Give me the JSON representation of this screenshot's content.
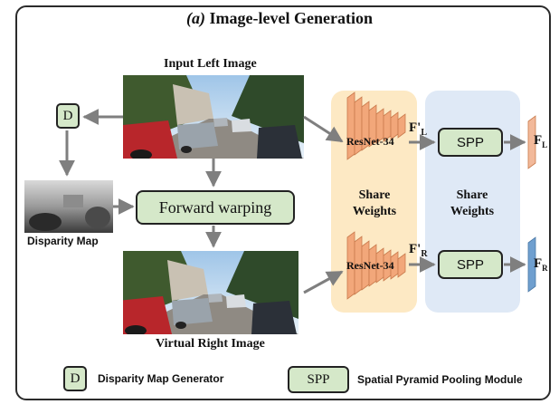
{
  "title": {
    "prefix": "(a)",
    "text": " Image-level Generation"
  },
  "images": {
    "left_label": "Input Left Image",
    "right_label": "Virtual Right Image",
    "disparity_label": "Disparity Map"
  },
  "nodes": {
    "d_box": "D",
    "forward_warping": "Forward warping",
    "resnet_top": "ResNet-34",
    "resnet_bottom": "ResNet-34",
    "feat_left": "F'",
    "feat_left_sub": "L",
    "feat_right": "F'",
    "feat_right_sub": "R",
    "spp_top": "SPP",
    "spp_bottom": "SPP",
    "out_left": "F",
    "out_left_sub": "L",
    "out_right": "F",
    "out_right_sub": "R",
    "share_weights_1": "Share\nWeights",
    "share_weights_2": "Share\nWeights"
  },
  "legend": {
    "d_symbol": "D",
    "d_text": "Disparity Map Generator",
    "spp_symbol": "SPP",
    "spp_text": "Spatial Pyramid Pooling Module"
  },
  "colors": {
    "green_box": "#d5e8c9",
    "orange_panel": "#fde9c4",
    "blue_panel": "#dfe9f6",
    "conv_orange": "#f2a77a",
    "output_blue": "#6f9fcf",
    "arrow": "#7f7f7f"
  }
}
